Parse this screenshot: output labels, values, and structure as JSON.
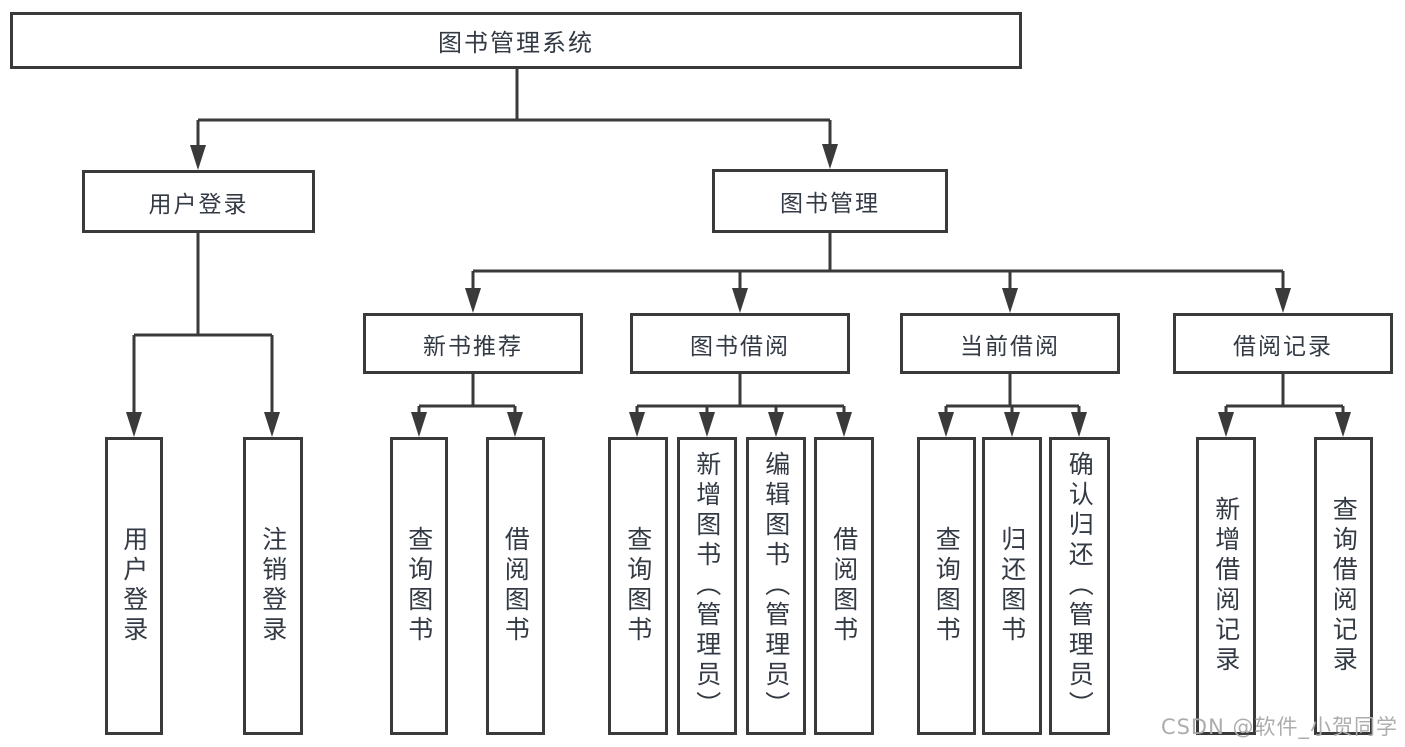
{
  "diagram": {
    "root": "图书管理系统",
    "level2": [
      "用户登录",
      "图书管理"
    ],
    "level3": [
      "新书推荐",
      "图书借阅",
      "当前借阅",
      "借阅记录"
    ],
    "leaves": {
      "user_login": [
        "用户登录",
        "注销登录"
      ],
      "new_book_recommendation": [
        "查询图书",
        "借阅图书"
      ],
      "book_borrowing": [
        "查询图书",
        "新增图书（管理员）",
        "编辑图书（管理员）",
        "借阅图书"
      ],
      "current_borrowing": [
        "查询图书",
        "归还图书",
        "确认归还（管理员）"
      ],
      "borrowing_records": [
        "新增借阅记录",
        "查询借阅记录"
      ]
    }
  },
  "watermark": "CSDN @软件_小贺同学",
  "colors": {
    "line": "#3a3a3a",
    "text": "#333a44",
    "watermark": "#adadad",
    "background": "#ffffff",
    "box_fill": "#ffffff"
  }
}
